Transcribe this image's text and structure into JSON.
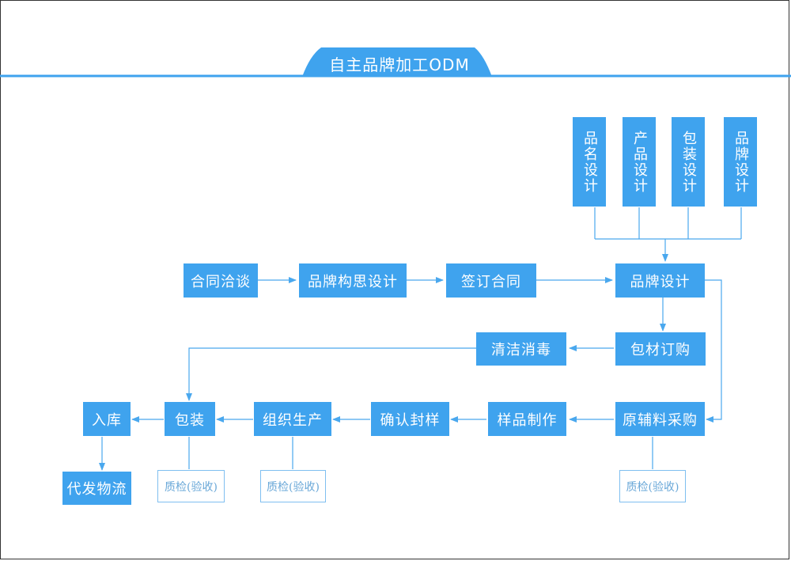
{
  "title": "自主品牌加工ODM",
  "design_items": [
    "品名设计",
    "产品设计",
    "包装设计",
    "品牌设计"
  ],
  "steps": {
    "negotiation": "合同洽谈",
    "brand_concept": "品牌构思设计",
    "sign_contract": "签订合同",
    "brand_design": "品牌设计",
    "packaging_purchase": "包材订购",
    "clean_disinfect": "清洁消毒",
    "raw_material_purchase": "原辅料采购",
    "sample_making": "样品制作",
    "confirm_sample": "确认封样",
    "production": "组织生产",
    "packing": "包装",
    "warehousing": "入库",
    "logistics": "代发物流"
  },
  "qc_label": "质检(验收)",
  "colors": {
    "box": "#3fa3ee",
    "line": "#4aa8ee",
    "qc_border": "#7fbff0"
  }
}
